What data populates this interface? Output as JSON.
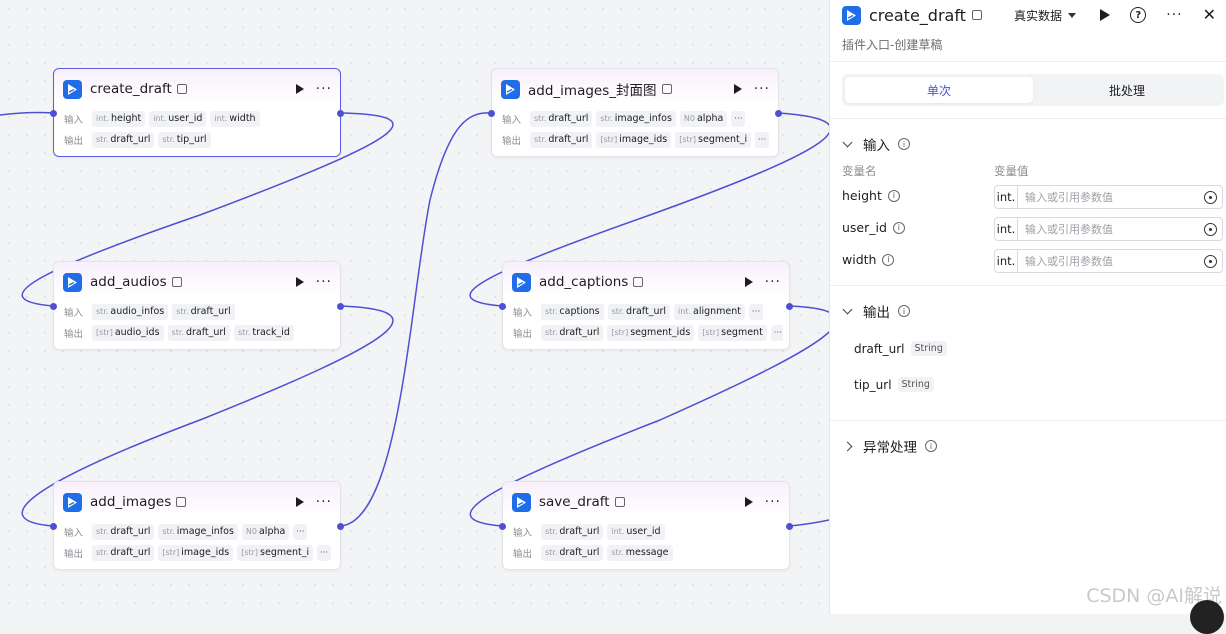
{
  "nodes": [
    {
      "id": "create_draft",
      "title": "create_draft",
      "selected": true,
      "inputs": [
        {
          "t": "int.",
          "n": "height"
        },
        {
          "t": "int.",
          "n": "user_id"
        },
        {
          "t": "int.",
          "n": "width"
        }
      ],
      "outputs": [
        {
          "t": "str.",
          "n": "draft_url"
        },
        {
          "t": "str.",
          "n": "tip_url"
        }
      ]
    },
    {
      "id": "add_audios",
      "title": "add_audios",
      "inputs": [
        {
          "t": "str.",
          "n": "audio_infos"
        },
        {
          "t": "str.",
          "n": "draft_url"
        }
      ],
      "outputs": [
        {
          "t": "[str]",
          "n": "audio_ids"
        },
        {
          "t": "str.",
          "n": "draft_url"
        },
        {
          "t": "str.",
          "n": "track_id"
        }
      ]
    },
    {
      "id": "add_images",
      "title": "add_images",
      "inputs": [
        {
          "t": "str.",
          "n": "draft_url"
        },
        {
          "t": "str.",
          "n": "image_infos"
        },
        {
          "t": "N0",
          "n": "alpha"
        }
      ],
      "outputs": [
        {
          "t": "str.",
          "n": "draft_url"
        },
        {
          "t": "[str]",
          "n": "image_ids"
        },
        {
          "t": "[str]",
          "n": "segment_i"
        }
      ]
    },
    {
      "id": "add_images_cover",
      "title": "add_images_封面图",
      "inputs": [
        {
          "t": "str.",
          "n": "draft_url"
        },
        {
          "t": "str.",
          "n": "image_infos"
        },
        {
          "t": "N0",
          "n": "alpha"
        }
      ],
      "outputs": [
        {
          "t": "str.",
          "n": "draft_url"
        },
        {
          "t": "[str]",
          "n": "image_ids"
        },
        {
          "t": "[str]",
          "n": "segment_i"
        }
      ]
    },
    {
      "id": "add_captions",
      "title": "add_captions",
      "inputs": [
        {
          "t": "str.",
          "n": "captions"
        },
        {
          "t": "str.",
          "n": "draft_url"
        },
        {
          "t": "int.",
          "n": "alignment"
        }
      ],
      "outputs": [
        {
          "t": "str.",
          "n": "draft_url"
        },
        {
          "t": "[str]",
          "n": "segment_ids"
        },
        {
          "t": "[str]",
          "n": "segment"
        }
      ]
    },
    {
      "id": "save_draft",
      "title": "save_draft",
      "inputs": [
        {
          "t": "str.",
          "n": "draft_url"
        },
        {
          "t": "int.",
          "n": "user_id"
        }
      ],
      "outputs": [
        {
          "t": "str.",
          "n": "draft_url"
        },
        {
          "t": "str.",
          "n": "message"
        }
      ]
    }
  ],
  "labels": {
    "in": "输入",
    "out": "输出",
    "more": "···"
  },
  "panel": {
    "title": "create_draft",
    "mode": "真实数据",
    "subtitle": "插件入口-创建草稿",
    "tabs": {
      "single": "单次",
      "batch": "批处理"
    },
    "input_section": "输入",
    "col_name": "变量名",
    "col_value": "变量值",
    "inputs": [
      {
        "name": "height",
        "type": "int.",
        "placeholder": "输入或引用参数值"
      },
      {
        "name": "user_id",
        "type": "int.",
        "placeholder": "输入或引用参数值"
      },
      {
        "name": "width",
        "type": "int.",
        "placeholder": "输入或引用参数值"
      }
    ],
    "output_section": "输出",
    "outputs": [
      {
        "name": "draft_url",
        "type": "String"
      },
      {
        "name": "tip_url",
        "type": "String"
      }
    ],
    "error_section": "异常处理"
  },
  "watermark": "CSDN @AI解说",
  "colors": {
    "accent": "#4e50d4",
    "edge": "#4e50d4",
    "logo": "#1f6ee8"
  }
}
